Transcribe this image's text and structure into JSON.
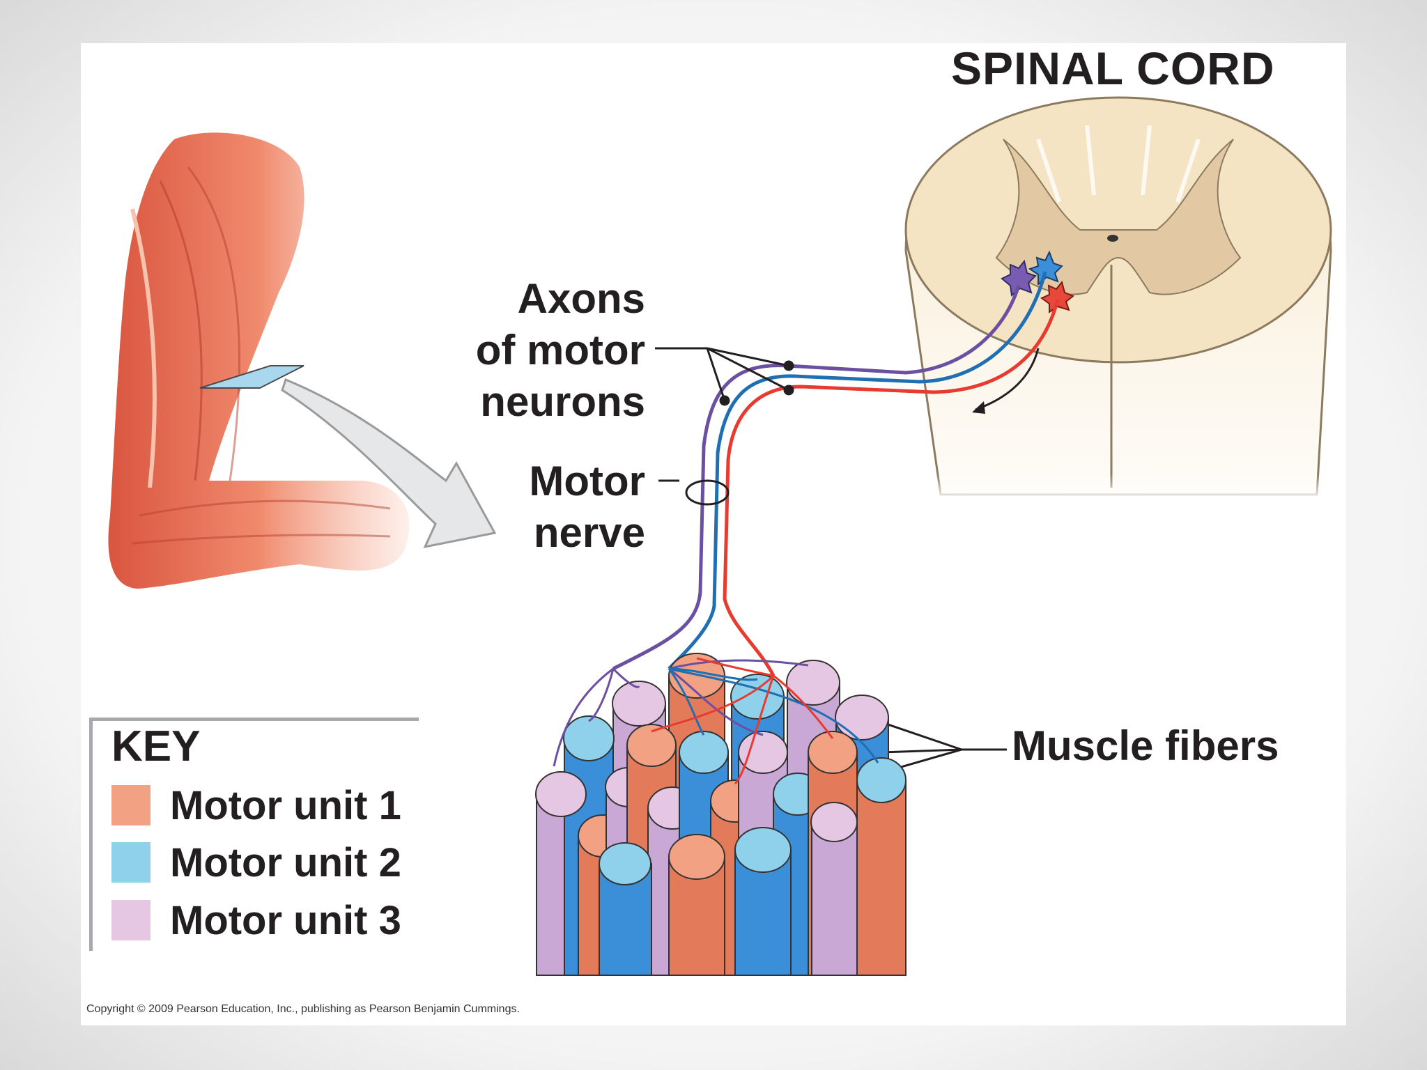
{
  "labels": {
    "title": "SPINAL CORD",
    "axons_line1": "Axons",
    "axons_line2": "of motor",
    "axons_line3": "neurons",
    "nerve_line1": "Motor",
    "nerve_line2": "nerve",
    "muscle_fibers": "Muscle fibers"
  },
  "key": {
    "title": "KEY",
    "items": [
      {
        "label": "Motor unit 1",
        "color": "#f2a183"
      },
      {
        "label": "Motor unit 2",
        "color": "#8fd0ea"
      },
      {
        "label": "Motor unit 3",
        "color": "#e6c7e3"
      }
    ]
  },
  "copyright": "Copyright © 2009 Pearson Education, Inc., publishing as Pearson Benjamin Cummings.",
  "colors": {
    "motor_unit_1_axon": "#e63b2e",
    "motor_unit_2_axon": "#1f6fb2",
    "motor_unit_3_axon": "#6b4fa0",
    "spinal_cord": "#f5e6c8",
    "gray_matter": "#e2c9a3",
    "arm_muscle": "#e8705a"
  }
}
